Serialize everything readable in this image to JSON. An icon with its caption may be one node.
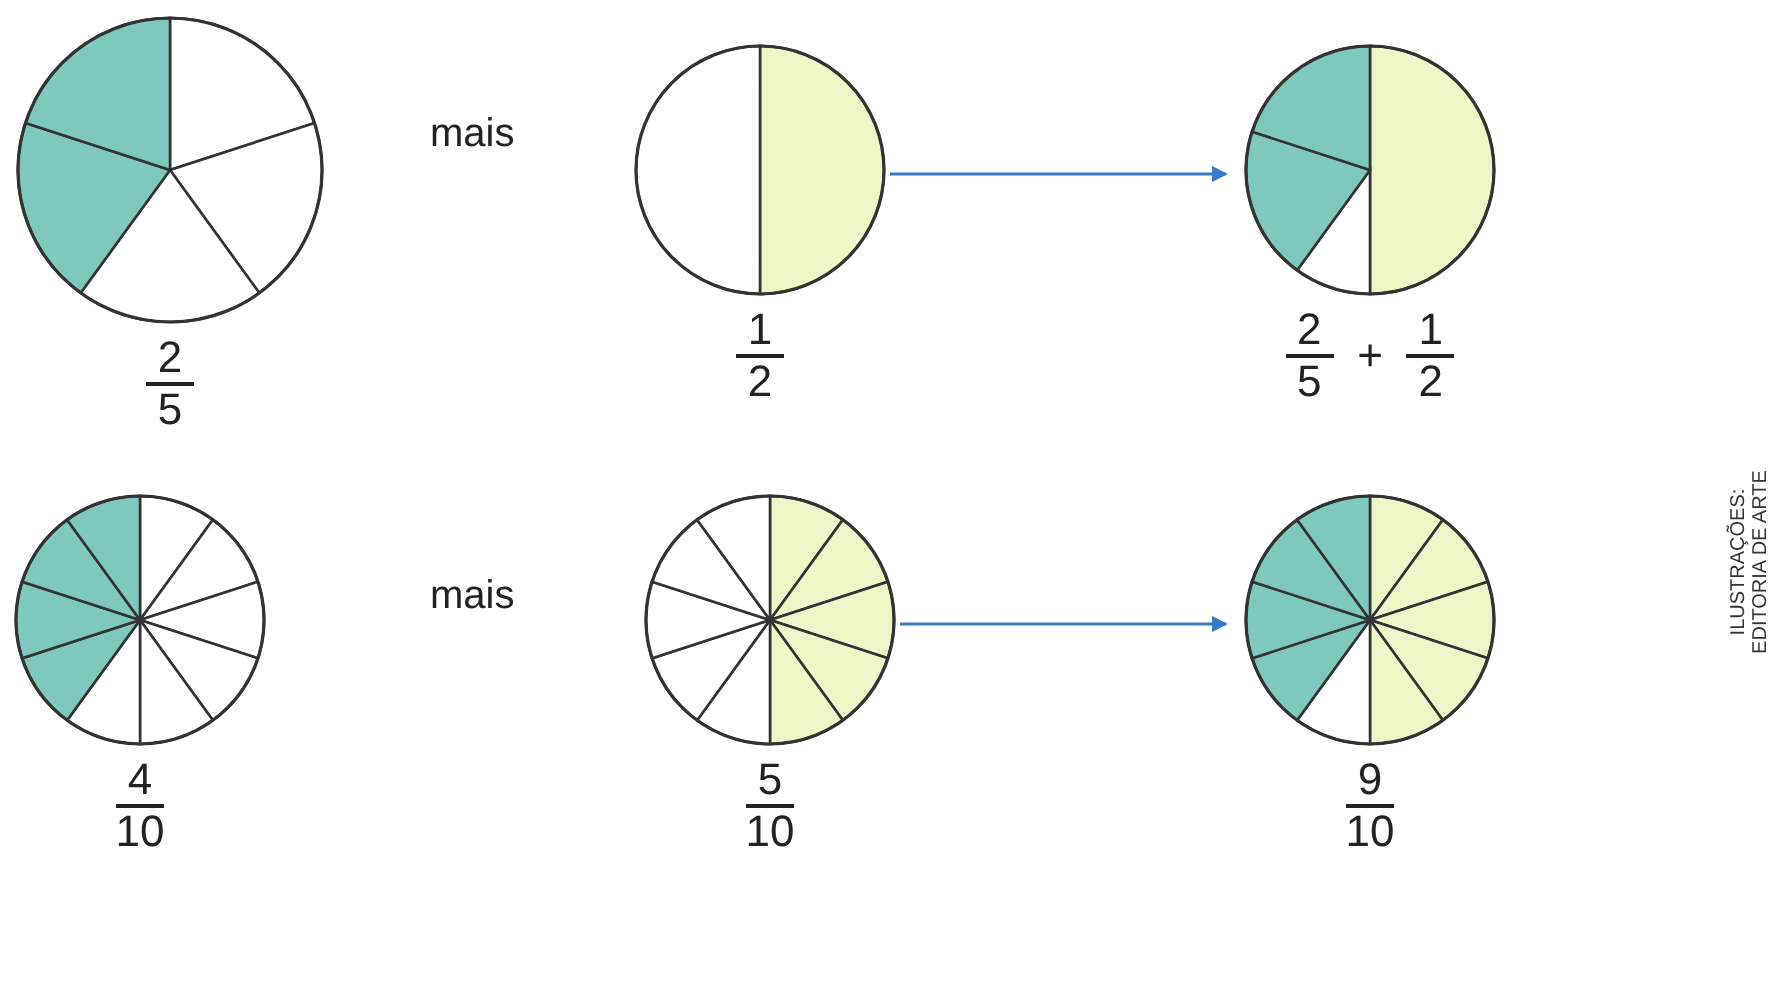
{
  "diagram": {
    "nodes": [
      {
        "text": [
          "2",
          "5"
        ]
      },
      {
        "text": [
          "1",
          "2"
        ]
      },
      {
        "text": [
          "2",
          "5",
          "+",
          "1",
          "2"
        ]
      },
      {
        "text": [
          "4",
          "10"
        ]
      },
      {
        "text": [
          "5",
          "10"
        ]
      },
      {
        "text": [
          "9",
          "10"
        ]
      }
    ],
    "edges": [
      {
        "from": 1,
        "to": 2,
        "arrow": "to"
      },
      {
        "from": 4,
        "to": 5,
        "arrow": "to"
      }
    ],
    "labels": [
      "mais",
      "mais",
      "ILUSTRAÇÕES: EDITORIA DE ARTE"
    ]
  }
}
